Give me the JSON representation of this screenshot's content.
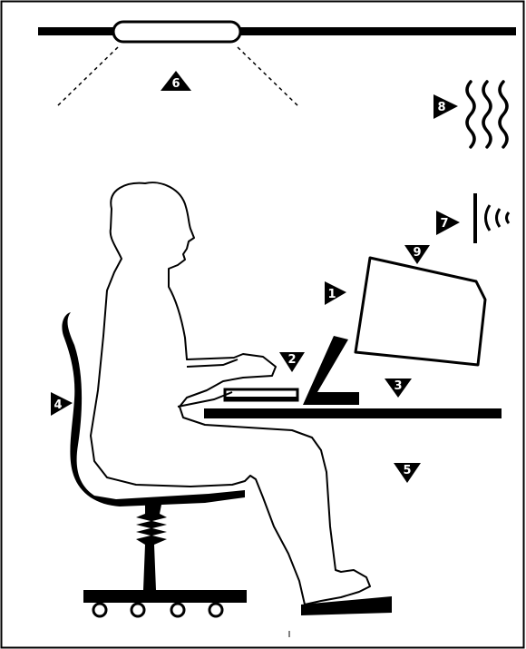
{
  "markers": [
    {
      "id": "1",
      "label": "1"
    },
    {
      "id": "2",
      "label": "2"
    },
    {
      "id": "3",
      "label": "3"
    },
    {
      "id": "4",
      "label": "4"
    },
    {
      "id": "5",
      "label": "5"
    },
    {
      "id": "6",
      "label": "6"
    },
    {
      "id": "7",
      "label": "7"
    },
    {
      "id": "8",
      "label": "8"
    },
    {
      "id": "9",
      "label": "9"
    }
  ],
  "colors": {
    "ink": "#000000",
    "paper": "#ffffff"
  }
}
